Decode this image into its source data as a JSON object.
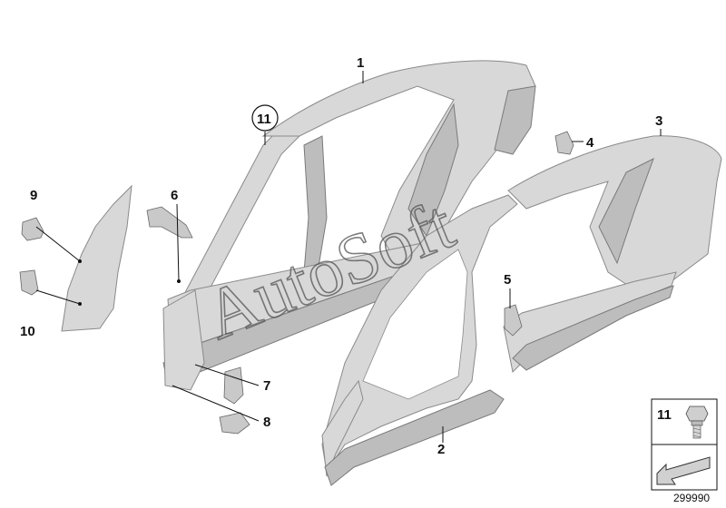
{
  "callouts": {
    "c1": "1",
    "c2": "2",
    "c3": "3",
    "c4": "4",
    "c5": "5",
    "c6": "6",
    "c7": "7",
    "c8": "8",
    "c9": "9",
    "c10": "10",
    "c11": "11"
  },
  "legend": {
    "item_number": "11"
  },
  "watermark": "AutoSoft",
  "drawing_number": "299990",
  "colors": {
    "panel": "#d8d8d8",
    "panel_dark": "#bdbdbd",
    "outline": "#8a8a8a",
    "text": "#111111"
  }
}
